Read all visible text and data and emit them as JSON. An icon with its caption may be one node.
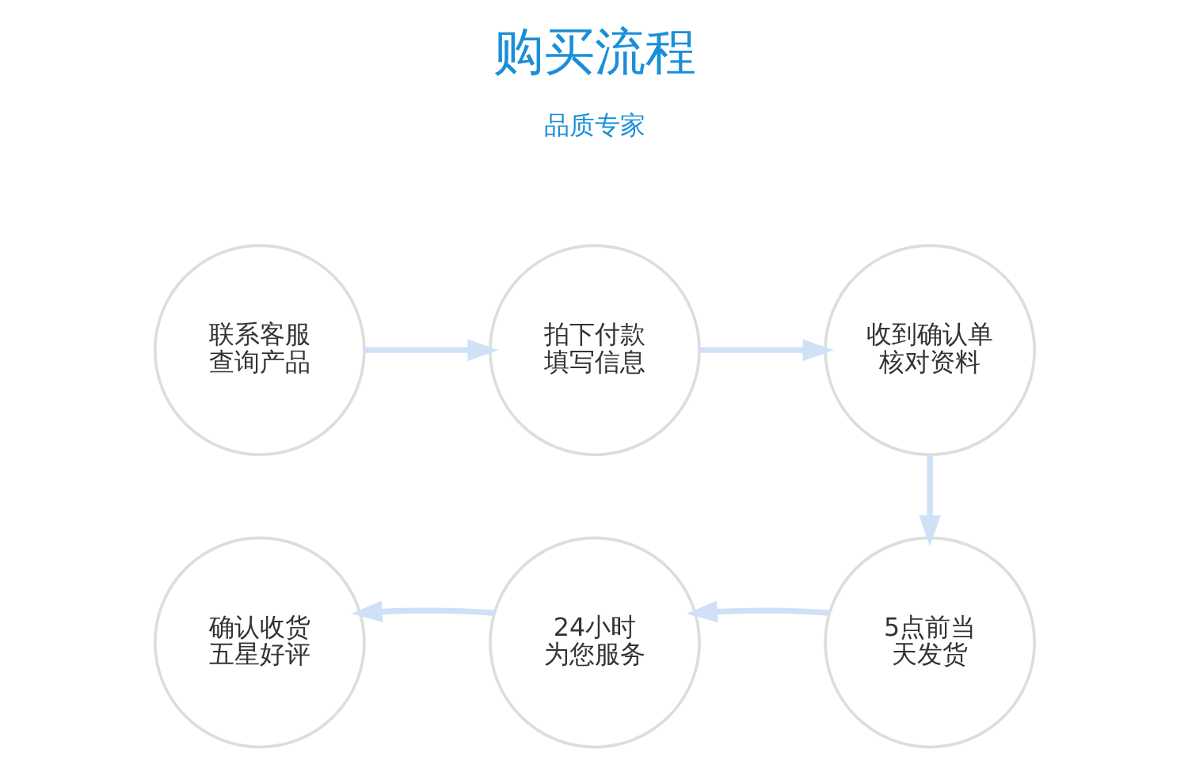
{
  "diagram": {
    "title": "购买流程",
    "nodes": [
      {
        "text": [
          "联系客服查询产品"
        ]
      },
      {
        "text": [
          "拍下付款填写信息"
        ]
      },
      {
        "text": [
          "收到确认单核对资料"
        ]
      },
      {
        "text": [
          "确认收货五星好评"
        ]
      },
      {
        "text": [
          "24小时为您服务"
        ]
      },
      {
        "text": [
          "5点前当天发货"
        ]
      }
    ],
    "edges": [
      {
        "from": 0,
        "to": 1,
        "arrow": "to"
      },
      {
        "from": 1,
        "to": 2,
        "arrow": "to"
      },
      {
        "from": 2,
        "to": 5,
        "arrow": "to"
      },
      {
        "from": 5,
        "to": 4,
        "arrow": "to"
      },
      {
        "from": 4,
        "to": 3,
        "arrow": "to"
      }
    ],
    "labels": [
      "品质专家"
    ]
  }
}
